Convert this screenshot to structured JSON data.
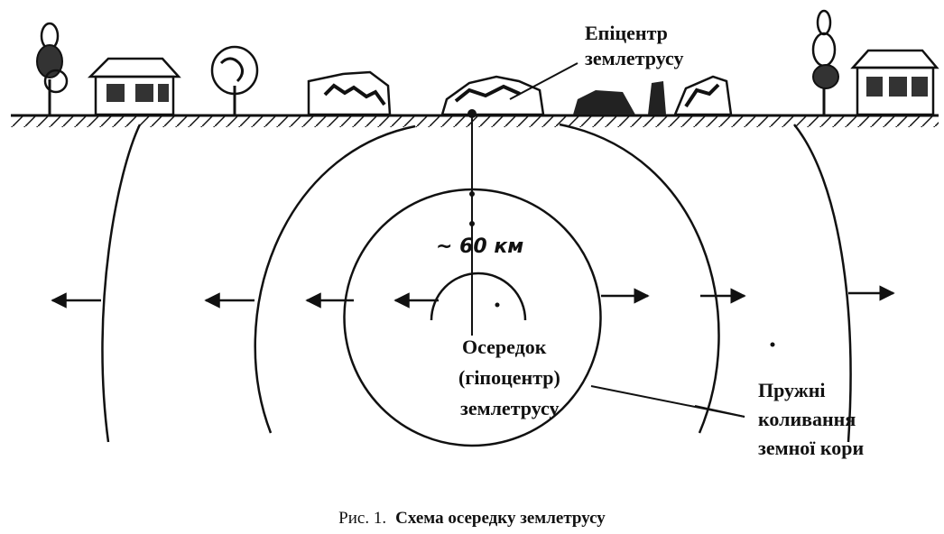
{
  "labels": {
    "epicenter_line1": "Епіцентр",
    "epicenter_line2": "землетрусу",
    "depth": "~ 60 км",
    "focus_line1": "Осередок",
    "focus_line2": "(гіпоцентр)",
    "focus_line3": "землетрусу",
    "waves_line1": "Пружні",
    "waves_line2": "коливання",
    "waves_line3": "земної кори"
  },
  "caption": {
    "prefix": "Рис. 1.",
    "title": "Схема осередку землетрусу"
  }
}
